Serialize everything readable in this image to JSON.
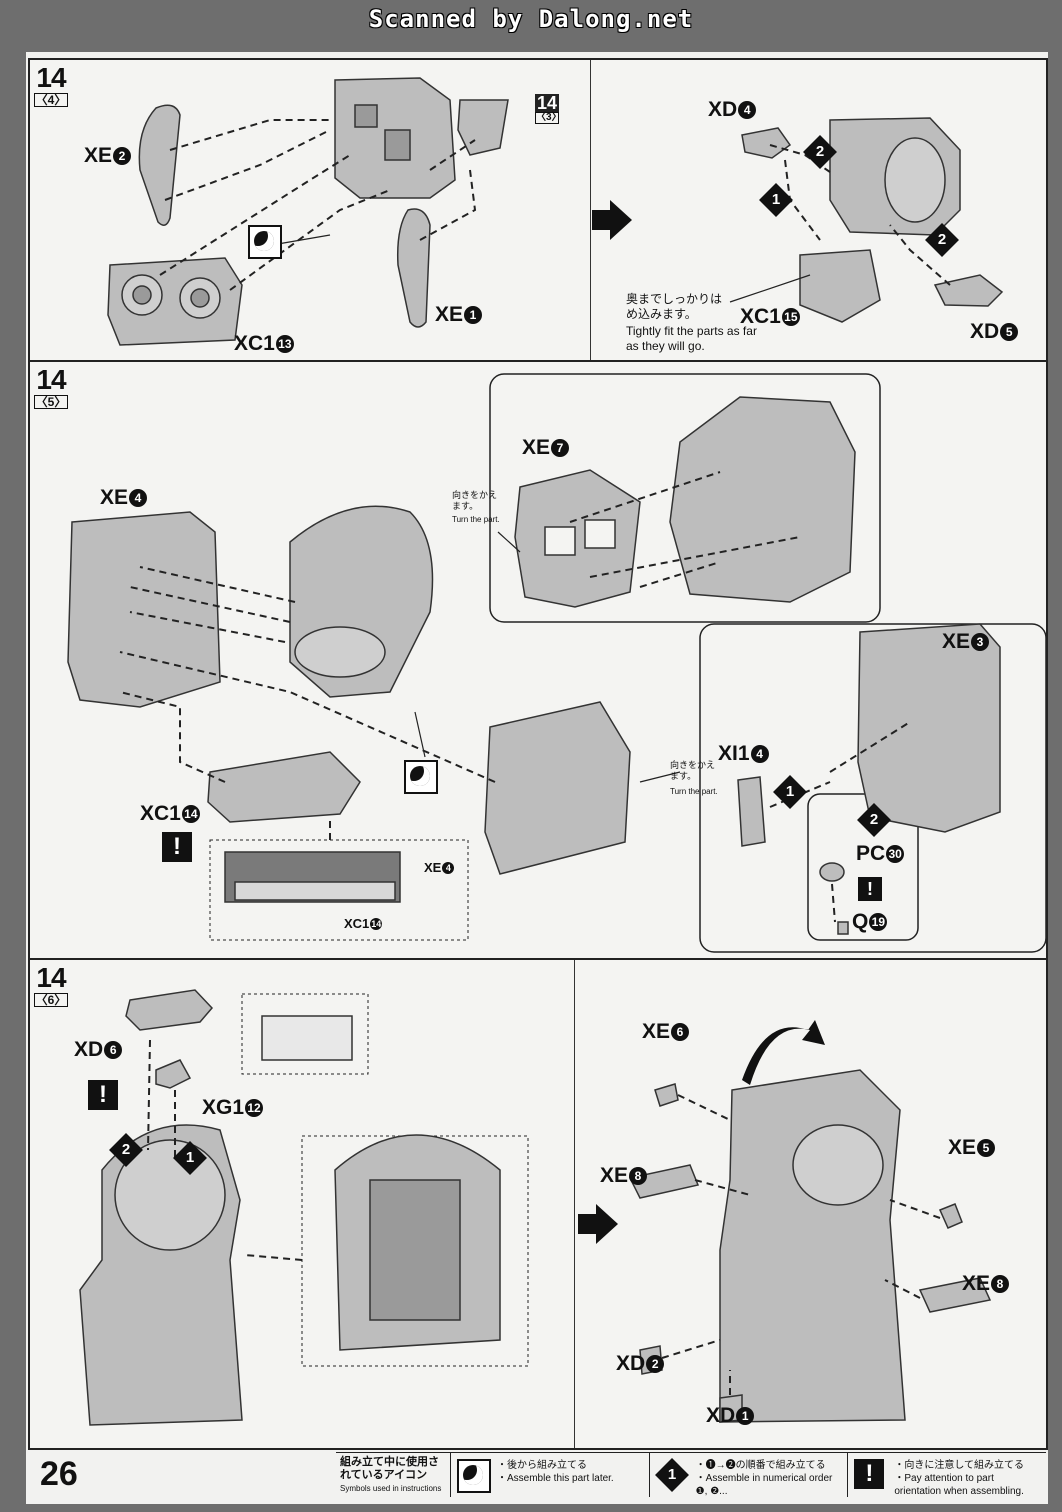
{
  "scan_header": "Scanned by Dalong.net",
  "page_number": "26",
  "steps": [
    {
      "number": "14",
      "sub": "4",
      "ref_badge": {
        "number": "14",
        "sub": "3"
      },
      "labels": {
        "xe2": {
          "code": "XE",
          "num": "2"
        },
        "xe1": {
          "code": "XE",
          "num": "1"
        },
        "xc113": {
          "code": "XC1",
          "num": "13"
        },
        "xd4": {
          "code": "XD",
          "num": "4"
        },
        "xc115": {
          "code": "XC1",
          "num": "15"
        },
        "xd5": {
          "code": "XD",
          "num": "5"
        }
      },
      "note_jp": "奥までしっかりはめ込みます。",
      "note_en": "Tightly fit the parts as far as they will go.",
      "order": [
        "1",
        "2",
        "2"
      ]
    },
    {
      "number": "14",
      "sub": "5",
      "labels": {
        "xe7": {
          "code": "XE",
          "num": "7"
        },
        "xe4": {
          "code": "XE",
          "num": "4"
        },
        "xc114": {
          "code": "XC1",
          "num": "14"
        },
        "xe3": {
          "code": "XE",
          "num": "3"
        },
        "xi14": {
          "code": "XI1",
          "num": "4"
        },
        "pc30": {
          "code": "PC",
          "num": "30"
        },
        "q19": {
          "code": "Q",
          "num": "19"
        },
        "detail_xe4": {
          "code": "XE",
          "num": "4"
        },
        "detail_xc114": {
          "code": "XC1",
          "num": "14"
        }
      },
      "turn_note_1_jp": "向きをかえます。",
      "turn_note_1_en": "Turn the part.",
      "turn_note_2_jp": "向きをかえます。",
      "turn_note_2_en": "Turn the part.",
      "order": [
        "1",
        "2"
      ]
    },
    {
      "number": "14",
      "sub": "6",
      "labels": {
        "xd6": {
          "code": "XD",
          "num": "6"
        },
        "xg112": {
          "code": "XG1",
          "num": "12"
        },
        "xe6": {
          "code": "XE",
          "num": "6"
        },
        "xe5": {
          "code": "XE",
          "num": "5"
        },
        "xe8a": {
          "code": "XE",
          "num": "8"
        },
        "xe8b": {
          "code": "XE",
          "num": "8"
        },
        "xd2": {
          "code": "XD",
          "num": "2"
        },
        "xd1": {
          "code": "XD",
          "num": "1"
        }
      },
      "order": [
        "2",
        "1"
      ]
    }
  ],
  "legend": {
    "title_jp": "組み立て中に使用されているアイコン",
    "title_en": "Symbols used in instructions",
    "items": [
      {
        "icon": "assemble-later-icon",
        "jp": "・後から組み立てる",
        "en": "・Assemble this part later."
      },
      {
        "icon": "numerical-order-icon",
        "icon_text": "1",
        "jp": "・❶→❷の順番で組み立てる",
        "en": "・Assemble in numerical order ❶, ❷..."
      },
      {
        "icon": "attention-icon",
        "icon_text": "!",
        "jp": "・向きに注意して組み立てる",
        "en": "・Pay attention to part orientation when assembling."
      }
    ]
  }
}
